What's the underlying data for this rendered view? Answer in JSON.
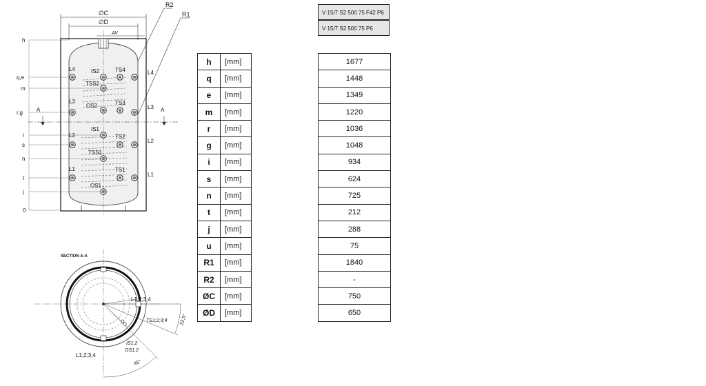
{
  "drawing": {
    "diameters": {
      "c": "∅C",
      "d": "∅D"
    },
    "av": "AV",
    "radius_labels": {
      "r1": "R1",
      "r2": "R2"
    },
    "left_levels": [
      "h",
      "q,e",
      "m",
      "r,g",
      "i",
      "s",
      "n",
      "t",
      "j",
      "0"
    ],
    "side_ports": [
      "L4",
      "L3",
      "L2",
      "L1"
    ],
    "center_ports": {
      "is2": "IS2",
      "tss2": "TSS2",
      "os2": "OS2",
      "is1": "IS1",
      "tss1": "TSS1",
      "os1": "OS1"
    },
    "sensor_ports": {
      "ts4": "TS4",
      "ts3": "TS3",
      "ts2": "TS2",
      "ts1": "TS1"
    },
    "section_marker": "A",
    "section": {
      "title": "SECTION A-A",
      "l_top": "L1;2;3;4",
      "l_bottom": "L1;2;3;4",
      "ts": "TS1;2;3;4",
      "is": "IS1,2",
      "os": "OS1,2",
      "angle1": "22,5°",
      "angle2": "45°"
    }
  },
  "models": [
    "V 15/7 S2 500 75 F42 P6",
    "V 15/7 S2 500 75 P6"
  ],
  "rows": [
    {
      "symbol": "h",
      "unit": "[mm]",
      "value": "1677"
    },
    {
      "symbol": "q",
      "unit": "[mm]",
      "value": "1448"
    },
    {
      "symbol": "e",
      "unit": "[mm]",
      "value": "1349"
    },
    {
      "symbol": "m",
      "unit": "[mm]",
      "value": "1220"
    },
    {
      "symbol": "r",
      "unit": "[mm]",
      "value": "1036"
    },
    {
      "symbol": "g",
      "unit": "[mm]",
      "value": "1048"
    },
    {
      "symbol": "i",
      "unit": "[mm]",
      "value": "934"
    },
    {
      "symbol": "s",
      "unit": "[mm]",
      "value": "624"
    },
    {
      "symbol": "n",
      "unit": "[mm]",
      "value": "725"
    },
    {
      "symbol": "t",
      "unit": "[mm]",
      "value": "212"
    },
    {
      "symbol": "j",
      "unit": "[mm]",
      "value": "288"
    },
    {
      "symbol": "u",
      "unit": "[mm]",
      "value": "75"
    },
    {
      "symbol": "R1",
      "unit": "[mm]",
      "value": "1840"
    },
    {
      "symbol": "R2",
      "unit": "[mm]",
      "value": "-"
    },
    {
      "symbol": "ØC",
      "unit": "[mm]",
      "value": "750"
    },
    {
      "symbol": "ØD",
      "unit": "[mm]",
      "value": "650"
    }
  ]
}
